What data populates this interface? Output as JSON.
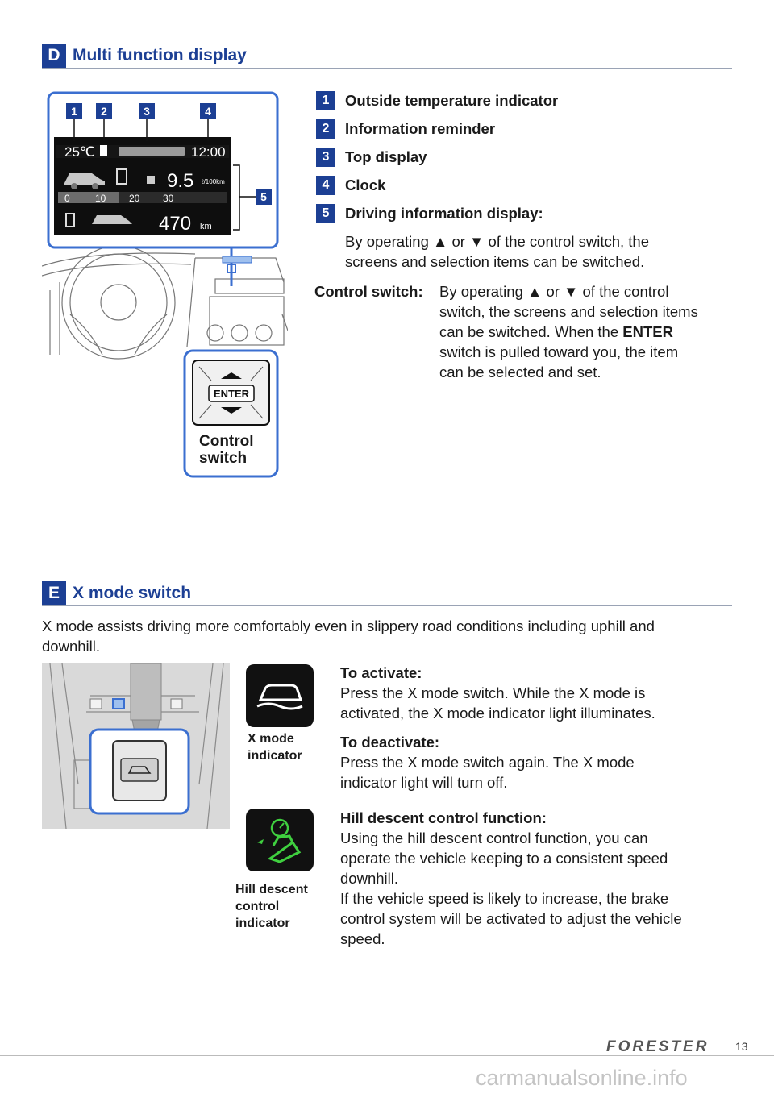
{
  "sectionD": {
    "letter": "D",
    "title": "Multi function display",
    "items": [
      {
        "num": "1",
        "label": "Outside temperature indicator"
      },
      {
        "num": "2",
        "label": "Information reminder"
      },
      {
        "num": "3",
        "label": "Top display"
      },
      {
        "num": "4",
        "label": "Clock"
      },
      {
        "num": "5",
        "label": "Driving information display:"
      }
    ],
    "item5_desc_line1": "By operating ▲ or ▼ of the control switch, the",
    "item5_desc_line2": "screens and selection items can be switched.",
    "control_switch_label": "Control switch:",
    "control_lines": [
      "By operating ▲ or ▼ of the control",
      "switch, the screens and selection items",
      "can be switched. When the ",
      "switch is pulled toward you, the item",
      "can be selected and set."
    ],
    "enter_word": "ENTER",
    "figure": {
      "callouts": [
        "1",
        "2",
        "3",
        "4",
        "5"
      ],
      "temp": "25℃",
      "clock": "12:00",
      "economy": "9.5",
      "economy_unit": "ℓ/100km",
      "scale": [
        "0",
        "10",
        "20",
        "30"
      ],
      "range": "470",
      "range_unit": "km",
      "enter_key": "ENTER",
      "caption_line1": "Control",
      "caption_line2": "switch"
    }
  },
  "sectionE": {
    "letter": "E",
    "title": "X mode switch",
    "intro_line1": "X mode assists driving more comfortably even in slippery road conditions including uphill and",
    "intro_line2": "downhill.",
    "xmode_caption_line1": "X mode",
    "xmode_caption_line2": "indicator",
    "hill_caption_line1": "Hill descent",
    "hill_caption_line2": "control",
    "hill_caption_line3": "indicator",
    "activate_title": "To activate:",
    "activate_line1": "Press the X mode switch. While the X mode is",
    "activate_line2": "activated, the X mode indicator light illuminates.",
    "deactivate_title": "To deactivate:",
    "deactivate_line1": "Press the X mode switch again. The X mode",
    "deactivate_line2": "indicator light will turn off.",
    "hill_title": "Hill descent control function:",
    "hill_lines": [
      "Using the hill descent control function, you can",
      "operate the vehicle keeping to a consistent speed",
      "downhill.",
      "If the vehicle speed is likely to increase, the brake",
      "control system will be activated to adjust the vehicle",
      "speed."
    ]
  },
  "footer": {
    "brand": "FORESTER",
    "page": "13",
    "watermark": "carmanualsonline.info"
  },
  "colors": {
    "accent": "#1c3f94",
    "callout_frame": "#3b6fd0",
    "hill_green": "#3fcf3f"
  }
}
